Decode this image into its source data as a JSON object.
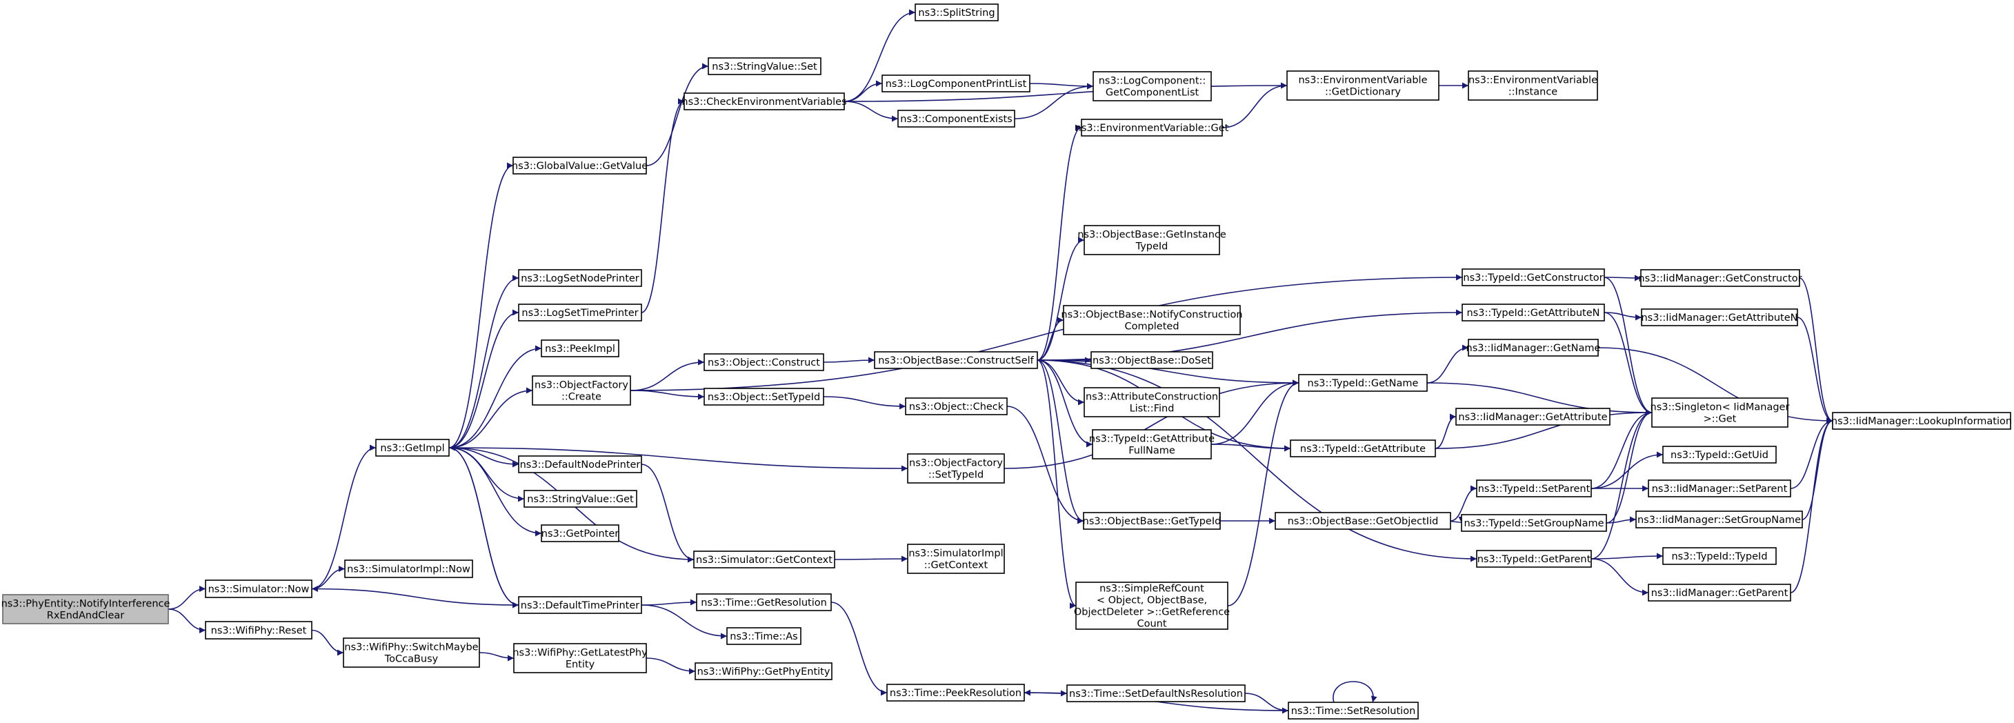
{
  "graph": {
    "edge_color": "#191970",
    "root_fill": "#bfbfbf",
    "nodes": {
      "notify": [
        "ns3::PhyEntity::NotifyInterference",
        "RxEndAndClear"
      ],
      "simnow": [
        "ns3::Simulator::Now"
      ],
      "wifireset": [
        "ns3::WifiPhy::Reset"
      ],
      "getimpl": [
        "ns3::GetImpl"
      ],
      "simimplnow": [
        "ns3::SimulatorImpl::Now"
      ],
      "switchbusy": [
        "ns3::WifiPhy::SwitchMaybe",
        "ToCcaBusy"
      ],
      "getvalue": [
        "ns3::GlobalValue::GetValue"
      ],
      "lognodeprinter": [
        "ns3::LogSetNodePrinter"
      ],
      "logtimeprinter": [
        "ns3::LogSetTimePrinter"
      ],
      "peekimpl": [
        "ns3::PeekImpl"
      ],
      "ofcreate": [
        "ns3::ObjectFactory",
        "::Create"
      ],
      "defnodeprinter": [
        "ns3::DefaultNodePrinter"
      ],
      "svget": [
        "ns3::StringValue::Get"
      ],
      "getpointer": [
        "ns3::GetPointer"
      ],
      "deftimeprinter": [
        "ns3::DefaultTimePrinter"
      ],
      "stringvalueset": [
        "ns3::StringValue::Set"
      ],
      "checkenv": [
        "ns3::CheckEnvironmentVariables"
      ],
      "objconstruct": [
        "ns3::Object::Construct"
      ],
      "objsettypeid": [
        "ns3::Object::SetTypeId"
      ],
      "simgetcontext": [
        "ns3::Simulator::GetContext"
      ],
      "timegetres": [
        "ns3::Time::GetResolution"
      ],
      "timeas": [
        "ns3::Time::As"
      ],
      "getlatestphy": [
        "ns3::WifiPhy::GetLatestPhy",
        "Entity"
      ],
      "getphyentity": [
        "ns3::WifiPhy::GetPhyEntity"
      ],
      "splitstring": [
        "ns3::SplitString"
      ],
      "logprintlist": [
        "ns3::LogComponentPrintList"
      ],
      "compexists": [
        "ns3::ComponentExists"
      ],
      "constructself": [
        "ns3::ObjectBase::ConstructSelf"
      ],
      "objcheck": [
        "ns3::Object::Check"
      ],
      "ofsettypeid": [
        "ns3::ObjectFactory",
        "::SetTypeId"
      ],
      "simimplgetctx": [
        "ns3::SimulatorImpl",
        "::GetContext"
      ],
      "peekres": [
        "ns3::Time::PeekResolution"
      ],
      "getcomplist": [
        "ns3::LogComponent::",
        "GetComponentList"
      ],
      "envget": [
        "ns3::EnvironmentVariable::Get"
      ],
      "getinstancetid": [
        "ns3::ObjectBase::GetInstance",
        "TypeId"
      ],
      "notifyconstr": [
        "ns3::ObjectBase::NotifyConstruction",
        "Completed"
      ],
      "doset": [
        "ns3::ObjectBase::DoSet"
      ],
      "attrconstrfind": [
        "ns3::AttributeConstruction",
        "List::Find"
      ],
      "getattrfullname": [
        "ns3::TypeId::GetAttribute",
        "FullName"
      ],
      "obgettypeid": [
        "ns3::ObjectBase::GetTypeId"
      ],
      "simplerefcount": [
        "ns3::SimpleRefCount",
        "< Object, ObjectBase,",
        "ObjectDeleter >::GetReference",
        "Count"
      ],
      "setdefaultns": [
        "ns3::Time::SetDefaultNsResolution"
      ],
      "envgetdict": [
        "ns3::EnvironmentVariable",
        "::GetDictionary"
      ],
      "tidgetname": [
        "ns3::TypeId::GetName"
      ],
      "tidgetattr": [
        "ns3::TypeId::GetAttribute"
      ],
      "getobjectiid": [
        "ns3::ObjectBase::GetObjectIid"
      ],
      "setresolution": [
        "ns3::Time::SetResolution"
      ],
      "envinstance": [
        "ns3::EnvironmentVariable",
        "::Instance"
      ],
      "tidgetconstructor": [
        "ns3::TypeId::GetConstructor"
      ],
      "tidgetattrn": [
        "ns3::TypeId::GetAttributeN"
      ],
      "iidgetname": [
        "ns3::IidManager::GetName"
      ],
      "iidgetattr": [
        "ns3::IidManager::GetAttribute"
      ],
      "tidsetparent": [
        "ns3::TypeId::SetParent"
      ],
      "tidsetgroup": [
        "ns3::TypeId::SetGroupName"
      ],
      "tidgetparent": [
        "ns3::TypeId::GetParent"
      ],
      "iidgetconstructor": [
        "ns3::IidManager::GetConstructor"
      ],
      "iidgetattrn": [
        "ns3::IidManager::GetAttributeN"
      ],
      "singletonget": [
        "ns3::Singleton< IidManager",
        ">::Get"
      ],
      "tidgetuid": [
        "ns3::TypeId::GetUid"
      ],
      "iidsetparent": [
        "ns3::IidManager::SetParent"
      ],
      "iidsetgroup": [
        "ns3::IidManager::SetGroupName"
      ],
      "tidtypeid": [
        "ns3::TypeId::TypeId"
      ],
      "iidgetparent": [
        "ns3::IidManager::GetParent"
      ],
      "iidlookup": [
        "ns3::IidManager::LookupInformation"
      ]
    },
    "edges": [
      [
        "notify",
        "simnow"
      ],
      [
        "notify",
        "wifireset"
      ],
      [
        "simnow",
        "getimpl"
      ],
      [
        "simnow",
        "simimplnow"
      ],
      [
        "wifireset",
        "switchbusy"
      ],
      [
        "getimpl",
        "getvalue"
      ],
      [
        "getimpl",
        "lognodeprinter"
      ],
      [
        "getimpl",
        "logtimeprinter"
      ],
      [
        "getimpl",
        "peekimpl"
      ],
      [
        "getimpl",
        "ofcreate"
      ],
      [
        "getimpl",
        "defnodeprinter"
      ],
      [
        "getimpl",
        "svget"
      ],
      [
        "getimpl",
        "getpointer"
      ],
      [
        "getimpl",
        "deftimeprinter"
      ],
      [
        "getimpl",
        "ofsettypeid"
      ],
      [
        "deftimeprinter",
        "getimpl"
      ],
      [
        "deftimeprinter",
        "simnow"
      ],
      [
        "deftimeprinter",
        "timegetres"
      ],
      [
        "deftimeprinter",
        "timeas"
      ],
      [
        "defnodeprinter",
        "simgetcontext"
      ],
      [
        "simgetcontext",
        "getimpl"
      ],
      [
        "simgetcontext",
        "simimplgetctx"
      ],
      [
        "getvalue",
        "stringvalueset"
      ],
      [
        "logtimeprinter",
        "checkenv"
      ],
      [
        "ofcreate",
        "objconstruct"
      ],
      [
        "ofcreate",
        "objsettypeid"
      ],
      [
        "ofcreate",
        "tidgetconstructor"
      ],
      [
        "switchbusy",
        "getlatestphy"
      ],
      [
        "getlatestphy",
        "getphyentity"
      ],
      [
        "checkenv",
        "splitstring"
      ],
      [
        "checkenv",
        "logprintlist"
      ],
      [
        "checkenv",
        "compexists"
      ],
      [
        "checkenv",
        "envgetdict"
      ],
      [
        "logprintlist",
        "getcomplist"
      ],
      [
        "compexists",
        "getcomplist"
      ],
      [
        "objconstruct",
        "constructself"
      ],
      [
        "objsettypeid",
        "objcheck"
      ],
      [
        "objcheck",
        "obgettypeid"
      ],
      [
        "ofsettypeid",
        "tidgetname"
      ],
      [
        "timegetres",
        "peekres"
      ],
      [
        "peekres",
        "setdefaultns"
      ],
      [
        "setdefaultns",
        "setresolution"
      ],
      [
        "setresolution",
        "peekres"
      ],
      [
        "setresolution",
        "setresolution"
      ],
      [
        "constructself",
        "envget"
      ],
      [
        "constructself",
        "getinstancetid"
      ],
      [
        "constructself",
        "notifyconstr"
      ],
      [
        "constructself",
        "doset"
      ],
      [
        "constructself",
        "attrconstrfind"
      ],
      [
        "constructself",
        "getattrfullname"
      ],
      [
        "constructself",
        "obgettypeid"
      ],
      [
        "constructself",
        "simplerefcount"
      ],
      [
        "constructself",
        "tidgetattrn"
      ],
      [
        "constructself",
        "tidgetname"
      ],
      [
        "constructself",
        "tidgetattr"
      ],
      [
        "constructself",
        "tidgetparent"
      ],
      [
        "envget",
        "envgetdict"
      ],
      [
        "envgetdict",
        "envinstance"
      ],
      [
        "getattrfullname",
        "tidgetname"
      ],
      [
        "getattrfullname",
        "tidgetattr"
      ],
      [
        "obgettypeid",
        "getobjectiid"
      ],
      [
        "getobjectiid",
        "tidsetparent"
      ],
      [
        "getobjectiid",
        "tidsetgroup"
      ],
      [
        "tidgetname",
        "iidgetname"
      ],
      [
        "tidgetname",
        "singletonget"
      ],
      [
        "tidgetattr",
        "iidgetattr"
      ],
      [
        "tidgetattr",
        "singletonget"
      ],
      [
        "tidgetconstructor",
        "iidgetconstructor"
      ],
      [
        "tidgetconstructor",
        "singletonget"
      ],
      [
        "tidgetattrn",
        "iidgetattrn"
      ],
      [
        "tidgetattrn",
        "singletonget"
      ],
      [
        "tidsetparent",
        "tidgetuid"
      ],
      [
        "tidsetparent",
        "iidsetparent"
      ],
      [
        "tidsetparent",
        "singletonget"
      ],
      [
        "tidsetgroup",
        "iidsetgroup"
      ],
      [
        "tidsetgroup",
        "singletonget"
      ],
      [
        "tidgetparent",
        "tidtypeid"
      ],
      [
        "tidgetparent",
        "iidgetparent"
      ],
      [
        "tidgetparent",
        "singletonget"
      ],
      [
        "iidgetconstructor",
        "iidlookup"
      ],
      [
        "iidgetattrn",
        "iidlookup"
      ],
      [
        "iidgetname",
        "iidlookup"
      ],
      [
        "iidsetparent",
        "iidlookup"
      ],
      [
        "iidsetgroup",
        "iidlookup"
      ],
      [
        "iidgetparent",
        "iidlookup"
      ],
      [
        "simplerefcount",
        "tidgetname"
      ]
    ]
  }
}
